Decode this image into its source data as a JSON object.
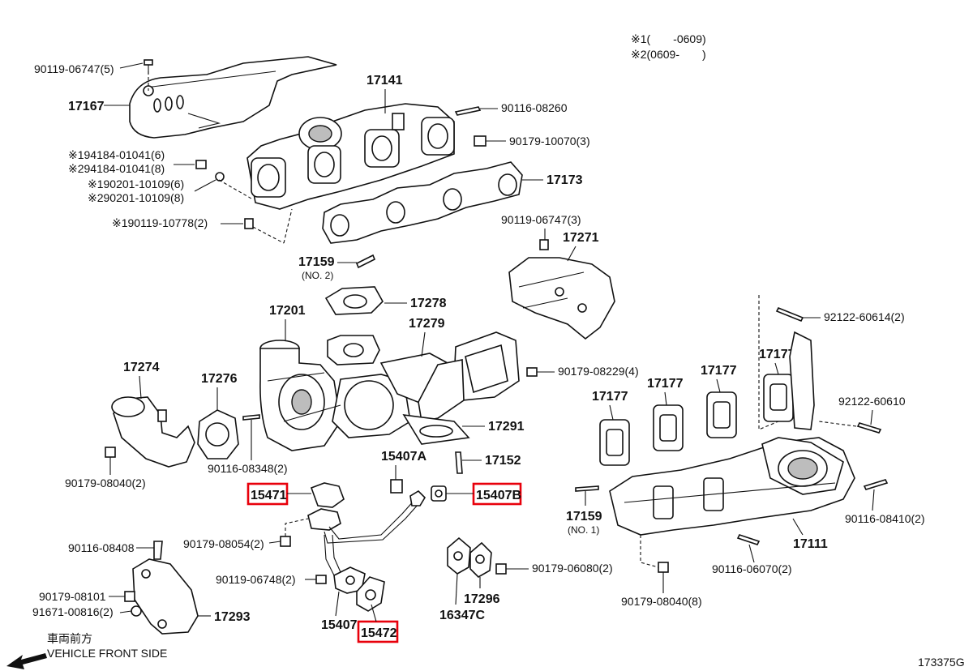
{
  "notes": {
    "note1": "※1(　　-0609)",
    "note2": "※2(0609-　　)"
  },
  "diagram_id": "173375G",
  "direction": {
    "ja": "車両前方",
    "en": "VEHICLE FRONT SIDE"
  },
  "highlight_color": "#e8000b",
  "parts": {
    "p90119_06747_5": "90119-06747(5)",
    "p17167": "17167",
    "p17141": "17141",
    "p90116_08260": "90116-08260",
    "p90179_10070_3": "90179-10070(3)",
    "p17173": "17173",
    "p194184": "※194184-01041(6)",
    "p294184": "※294184-01041(8)",
    "p190201": "※190201-10109(6)",
    "p290201": "※290201-10109(8)",
    "p190119": "※190119-10778(2)",
    "p90119_06747_3": "90119-06747(3)",
    "p17271": "17271",
    "p17159": "17159",
    "p17159_no2": "(NO. 2)",
    "p17278": "17278",
    "p17201": "17201",
    "p17279": "17279",
    "p92122_60614": "92122-60614(2)",
    "p17177a": "17177",
    "p17177b": "17177",
    "p17177c": "17177",
    "p17177d": "17177",
    "p90179_08229": "90179-08229(4)",
    "p17274": "17274",
    "p17276": "17276",
    "p92122_60610": "92122-60610",
    "p17291": "17291",
    "p90116_08348": "90116-08348(2)",
    "p15407A": "15407A",
    "p17152": "17152",
    "p90179_08040_2": "90179-08040(2)",
    "p15471": "15471",
    "p15407B": "15407B",
    "p17159b": "17159",
    "p17159_no1": "(NO. 1)",
    "p90116_08410": "90116-08410(2)",
    "p90116_08408": "90116-08408",
    "p90179_08054": "90179-08054(2)",
    "p17111": "17111",
    "p90119_06748": "90119-06748(2)",
    "p90179_06080": "90179-06080(2)",
    "p90116_06070": "90116-06070(2)",
    "p90179_08101": "90179-08101",
    "p91671_00816": "91671-00816(2)",
    "p17293": "17293",
    "p15407": "15407",
    "p15472": "15472",
    "p16347C": "16347C",
    "p17296": "17296",
    "p90179_08040_8": "90179-08040(8)"
  }
}
